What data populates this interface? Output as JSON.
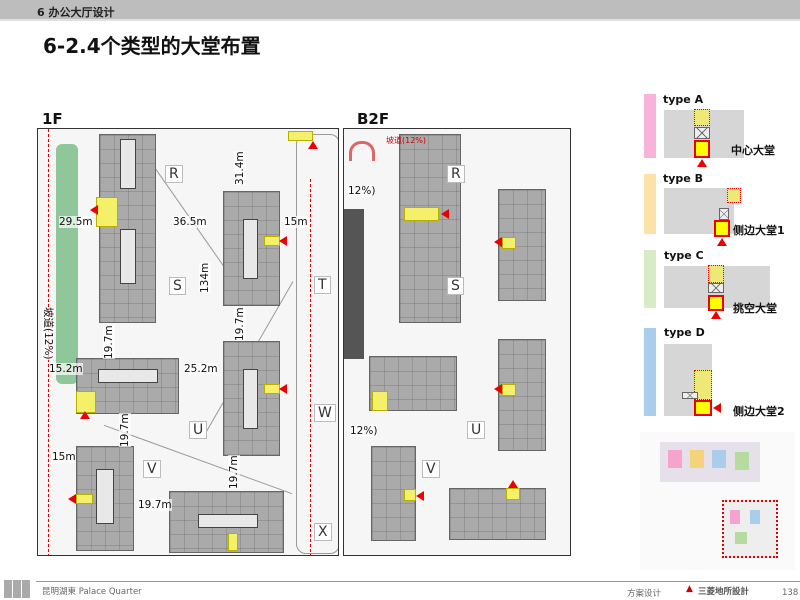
{
  "header": {
    "section": "6 办公大厅设计"
  },
  "title": "6-2.4个类型的大堂布置",
  "plan_1f": {
    "floor": "1F",
    "buildings": [
      "R",
      "S",
      "T",
      "U",
      "V",
      "W",
      "X"
    ],
    "dims": {
      "d1": "29.5m",
      "d2": "36.5m",
      "d3": "15m",
      "d4": "31.4m",
      "d5": "134m",
      "d6": "19.7m",
      "d7": "19.7m",
      "d8": "15.2m",
      "d9": "25.2m",
      "d10": "19.7m",
      "d11": "15m",
      "d12": "19.7m",
      "d13": "19.7m"
    },
    "ramp": "坡道(12%)"
  },
  "plan_b2f": {
    "floor": "B2F",
    "buildings": [
      "R",
      "S",
      "U",
      "V"
    ],
    "ramp": "坡道(12%)",
    "ramp_short": "12%)",
    "ramp2": "12%)"
  },
  "legend": [
    {
      "name": "type A",
      "caption": "中心大堂",
      "color": "#f7b3d9"
    },
    {
      "name": "type B",
      "caption": "侧边大堂1",
      "color": "#fbe2a6"
    },
    {
      "name": "type C",
      "caption": "挑空大堂",
      "color": "#d6ebc6"
    },
    {
      "name": "type D",
      "caption": "侧边大堂2",
      "color": "#a9cdea"
    }
  ],
  "footer": {
    "project": "昆明湖東   Palace Quarter",
    "section": "方案设计",
    "company": "三菱地所設計",
    "page": "138"
  }
}
